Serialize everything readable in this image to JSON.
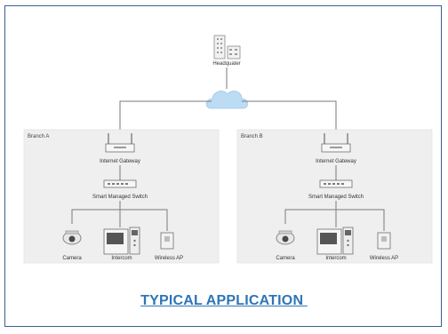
{
  "headquarter": {
    "label": "Headquater"
  },
  "branches": [
    {
      "name": "Branch A",
      "gateway_label": "Internet Gateway",
      "switch_label": "Smart Managed Switch",
      "devices": [
        "Camera",
        "Intercom",
        "Wireless AP"
      ]
    },
    {
      "name": "Branch B",
      "gateway_label": "Internet Gateway",
      "switch_label": "Smart Managed Switch",
      "devices": [
        "Camera",
        "Intercom",
        "Wireless AP"
      ]
    }
  ],
  "caption": "TYPICAL APPLICATION ",
  "colors": {
    "frame": "#3a5f91",
    "caption": "#2e75b6",
    "cloud": "#bcdcf4",
    "branch_bg": "#efefef"
  }
}
